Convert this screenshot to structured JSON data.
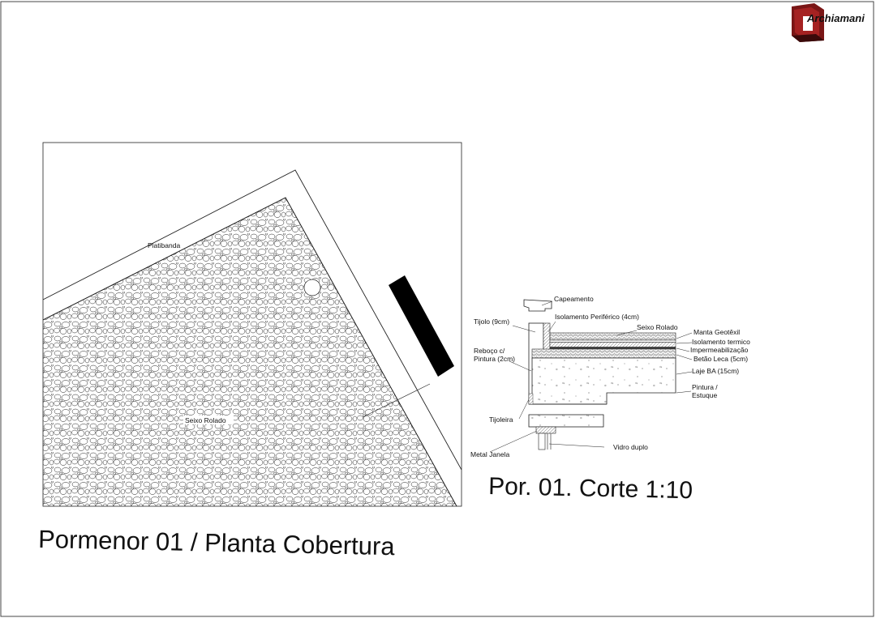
{
  "logo": {
    "text": "Archiamani",
    "icon": "archiamani-logo-mark"
  },
  "plan": {
    "title": "Pormenor 01 / Planta Cobertura",
    "labels": {
      "platibanda": "Platibanda",
      "seixo": "Seixo Rolado"
    }
  },
  "section": {
    "title": "Por. 01. Corte 1:10",
    "labels": {
      "capeamento": "Capeamento",
      "isolamento_periferico": "Isolamento Periférico (4cm)",
      "seixo": "Seixo Rolado",
      "tijolo": "Tijolo (9cm)",
      "manta": "Manta Geotêxil",
      "isolamento_termico": "Isolamento termico",
      "impermeabilizacao": "Impermeabilização",
      "reboco_1": "Reboço c/",
      "reboco_2": "Pintura (2cm)",
      "betao": "Betão Leca (5cm)",
      "laje": "Laje BA (15cm)",
      "pintura_1": "Pintura /",
      "pintura_2": "Estuque",
      "tijoleira": "Tijoleira",
      "metal": "Metal Janela",
      "vidro": "Vidro duplo"
    }
  },
  "colors": {
    "line": "#111111",
    "logo_red": "#8b1a1a",
    "logo_dark": "#3a0a0a"
  }
}
